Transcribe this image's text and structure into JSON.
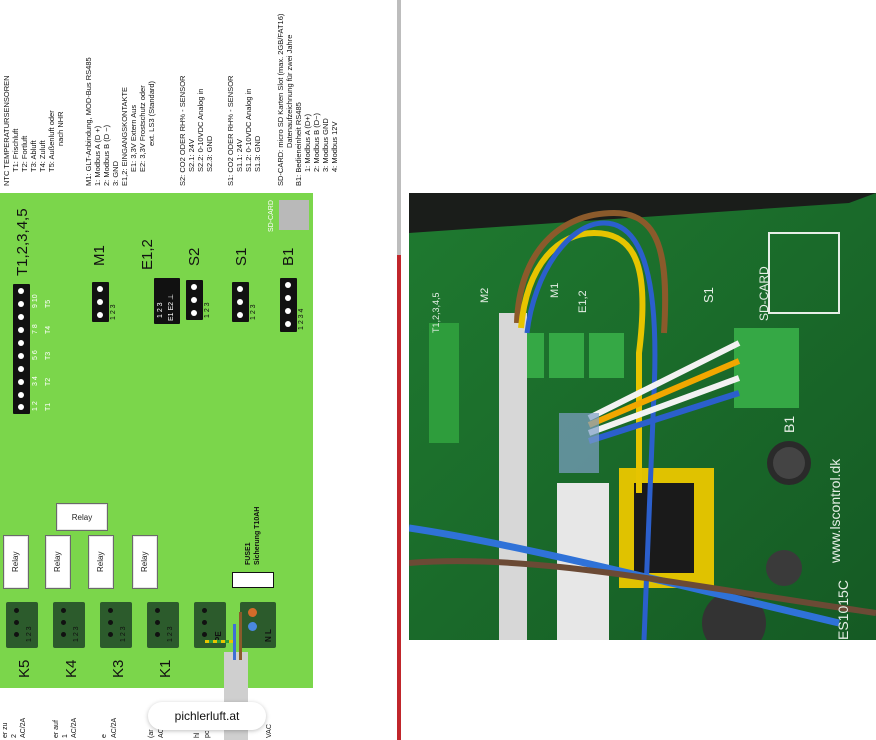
{
  "notes": {
    "lines": [
      "NTC TEMPERATURSENSOREN",
      "T1: Frischluft",
      "T2: Fortluft",
      "T3: Abluft",
      "T4: Zuluft",
      "T5: Außenluft oder",
      "nach NHR",
      "M1: GLT-Anbindung, MOD-Bus RS485",
      "1: Modbus A (D +)",
      "2: Modbus B (D −)",
      "3: GND",
      "E1,2: EINGANGSKONTAKTE",
      "E1: 3,3V Extern Aus",
      "E2: 3,3V Frostschutz oder",
      "ext. LS3 (Standard)",
      "S2: CO2 ODER RH% - SENSOR",
      "S2.1: 24V",
      "S2.2: 0-10VDC Analog in",
      "S2.3: GND",
      "S1: CO2 ODER RH% - SENSOR",
      "S1.1: 24V",
      "S1.2: 0-10VDC Analog in",
      "S1.3: GND",
      "SD-CARD: micro SD Karten Slot (max. 2GB/FAT16)",
      "Datenaufzeichnung für zwei Jahre",
      "B1: Bedieneinheit RS485",
      "1: Modbus A (D+)",
      "2: Modbus B (D−)",
      "3: Modbus GND",
      "4: Modbus 12V"
    ]
  },
  "diagram": {
    "sd_card": "SD-CARD",
    "labels": {
      "t": "T1,2,3,4,5",
      "m1": "M1",
      "e": "E1,2",
      "s2": "S2",
      "s1": "S1",
      "b1": "B1"
    },
    "t_pins": [
      "1 2",
      "3 4",
      "5 6",
      "7 8",
      "9 10"
    ],
    "t_names": [
      "T1",
      "T2",
      "T3",
      "T4",
      "T5"
    ],
    "three_pin": "1 2 3",
    "four_pin": "1 2 3 4",
    "e_rows": [
      "1 2 3",
      "E1 E2 ⊥"
    ],
    "relay_label": "Relay",
    "k_labels": [
      "K5",
      "K4",
      "K3",
      "K1"
    ],
    "pe_label": "PE",
    "nl_label": "N L",
    "fuse": "FUSE1",
    "fuse_sub": "Sicherung T10AH",
    "bottom_fragments": [
      "er zu",
      "2",
      "AC/2A",
      "er auf",
      "1",
      "AC/2A",
      "e",
      "AC/2A",
      "(ar",
      "AC",
      "hl",
      "pc",
      "VAC"
    ]
  },
  "pill_text": "pichlerluft.at",
  "photo": {
    "texts": [
      "M1",
      "M2",
      "E1,2",
      "S1",
      "SD-CARD",
      "B1",
      "www.lscontrol.dk",
      "ES1015C",
      "T1,2,3,4,5"
    ]
  },
  "colors": {
    "board_green": "#7bd64b",
    "divider_red": "#c0262b",
    "pcb_green": "#1d6b2b"
  }
}
